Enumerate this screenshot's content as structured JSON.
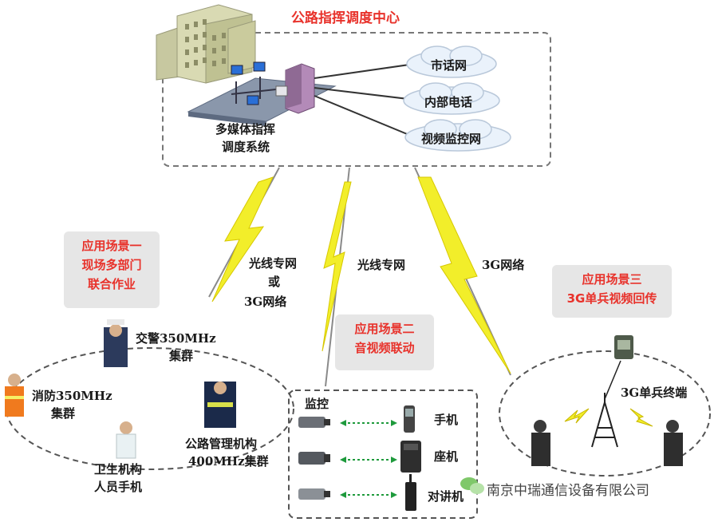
{
  "center": {
    "title": "公路指挥调度中心",
    "system_line1": "多媒体指挥",
    "system_line2": "调度系统",
    "networks": [
      "市话网",
      "内部电话",
      "视频监控网"
    ]
  },
  "links": {
    "left_line1": "光线专网",
    "left_line2": "或",
    "left_line3": "3G网络",
    "middle": "光线专网",
    "right": "3G网络"
  },
  "scenario1": {
    "title_line1": "应用场景一",
    "title_line2": "现场多部门",
    "title_line3": "联合作业",
    "traffic_police_line1": "交警350MHz",
    "traffic_police_line2": "集群",
    "fire_line1": "消防350MHz",
    "fire_line2": "集群",
    "highway_line1": "公路管理机构",
    "highway_line2": "400MHz集群",
    "health_line1": "卫生机构",
    "health_line2": "人员手机"
  },
  "scenario2": {
    "title_line1": "应用场景二",
    "title_line2": "音视频联动",
    "monitor": "监控",
    "devices": [
      "手机",
      "座机",
      "对讲机"
    ]
  },
  "scenario3": {
    "title_line1": "应用场景三",
    "title_line2": "3G单兵视频回传",
    "terminal": "3G单兵终端"
  },
  "watermark": "南京中瑞通信设备有限公司",
  "colors": {
    "accent_red": "#e8322b",
    "lightning_yellow": "#f2ee2a",
    "badge_gray": "#e6e6e6",
    "arrow_green": "#1e9a3c"
  }
}
